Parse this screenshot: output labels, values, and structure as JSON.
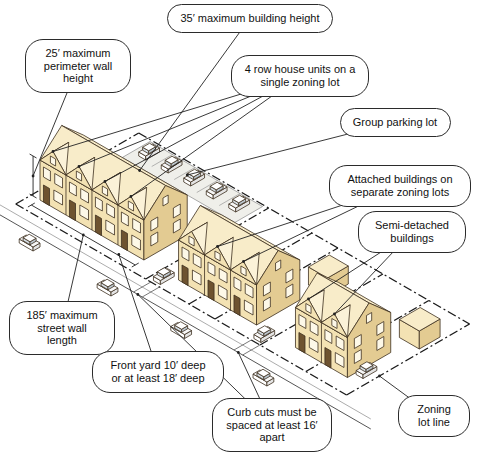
{
  "diagram": {
    "nodes": [
      {
        "text": [
          "35′ maximum building height"
        ]
      },
      {
        "text": [
          "25′ maximum perimeter wall height"
        ]
      },
      {
        "text": [
          "4 row house units on a single zoning lot"
        ]
      },
      {
        "text": [
          "Group parking lot"
        ]
      },
      {
        "text": [
          "Attached buildings on separate zoning lots"
        ]
      },
      {
        "text": [
          "Semi-detached buildings"
        ]
      },
      {
        "text": [
          "185′ maximum street wall length"
        ]
      },
      {
        "text": [
          "Front yard 10′ deep or at least 18′ deep"
        ]
      },
      {
        "text": [
          "Curb cuts must be spaced at least 16′ apart"
        ]
      },
      {
        "text": [
          "Zoning lot line"
        ]
      }
    ]
  }
}
